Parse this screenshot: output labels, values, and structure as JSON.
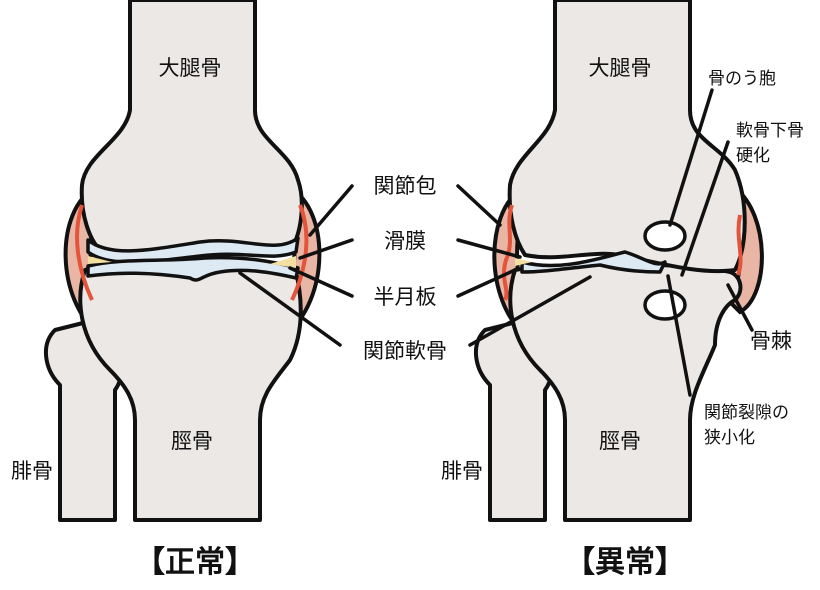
{
  "normal": {
    "title": "【正常】",
    "femur": "大腿骨",
    "tibia": "脛骨",
    "fibula": "腓骨"
  },
  "abnormal": {
    "title": "【異常】",
    "femur": "大腿骨",
    "tibia": "脛骨",
    "fibula": "腓骨",
    "bone_cyst": "骨のう胞",
    "subchondral_sclerosis": [
      "軟骨下骨",
      "硬化"
    ],
    "osteophyte": "骨棘",
    "joint_space_narrowing": [
      "関節裂隙の",
      "狭小化"
    ]
  },
  "center_labels": {
    "joint_capsule": "関節包",
    "synovium": "滑膜",
    "meniscus": "半月板",
    "articular_cartilage": "関節軟骨"
  },
  "colors": {
    "bone": "#ebe8e6",
    "capsule": "#e9b6a6",
    "synovium": "#e2553b",
    "cartilage": "#dde9f3",
    "meniscus": "#f3e0a0"
  }
}
